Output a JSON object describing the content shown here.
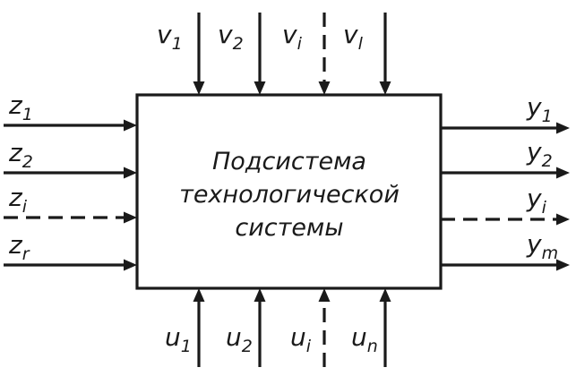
{
  "box": {
    "lines": [
      "Подсистема",
      "технологической",
      "системы"
    ]
  },
  "top_inputs": [
    {
      "base": "v",
      "sub": "1",
      "dashed": false
    },
    {
      "base": "v",
      "sub": "2",
      "dashed": false
    },
    {
      "base": "v",
      "sub": "i",
      "dashed": true
    },
    {
      "base": "v",
      "sub": "l",
      "dashed": false
    }
  ],
  "left_inputs": [
    {
      "base": "z",
      "sub": "1",
      "dashed": false
    },
    {
      "base": "z",
      "sub": "2",
      "dashed": false
    },
    {
      "base": "z",
      "sub": "i",
      "dashed": true
    },
    {
      "base": "z",
      "sub": "r",
      "dashed": false
    }
  ],
  "right_outputs": [
    {
      "base": "y",
      "sub": "1",
      "dashed": false
    },
    {
      "base": "y",
      "sub": "2",
      "dashed": false
    },
    {
      "base": "y",
      "sub": "i",
      "dashed": true
    },
    {
      "base": "y",
      "sub": "m",
      "dashed": false
    }
  ],
  "bottom_inputs": [
    {
      "base": "u",
      "sub": "1",
      "dashed": false
    },
    {
      "base": "u",
      "sub": "2",
      "dashed": false
    },
    {
      "base": "u",
      "sub": "i",
      "dashed": true
    },
    {
      "base": "u",
      "sub": "n",
      "dashed": false
    }
  ]
}
